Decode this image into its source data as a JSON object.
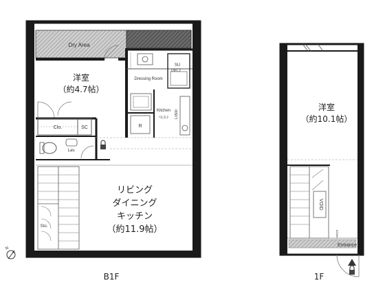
{
  "b1f": {
    "dry_area": "Dry Area",
    "bedroom_name": "洋室",
    "bedroom_size": "（約4.7帖）",
    "dressing_room": "Dressing Room",
    "su_label": "SU",
    "su_sub": "UB1.2",
    "kitchen": "Kitchen",
    "kitchen_sub": "ﾍ1.3 J",
    "kitchen_sub2": "L1500",
    "fridge": "R",
    "closet": "Clo.",
    "shoe_closet": "SC",
    "laundry": "Lav.",
    "storage": "Sto.",
    "ldk_line1": "リビング",
    "ldk_line2": "ダイニング",
    "ldk_line3": "キッチン",
    "ldk_size": "（約11.9帖）",
    "floor_label": "B1F"
  },
  "f1": {
    "room_name": "洋室",
    "room_size": "（約10.1帖）",
    "void_label": "VOID",
    "down_label": "DOWN",
    "entrance": "Entrance",
    "floor_label": "1F"
  },
  "compass": {
    "north": "N"
  },
  "colors": {
    "wall": "#1a1a1a",
    "hatch_dark": "#555555",
    "hatch_grey": "#888888"
  }
}
